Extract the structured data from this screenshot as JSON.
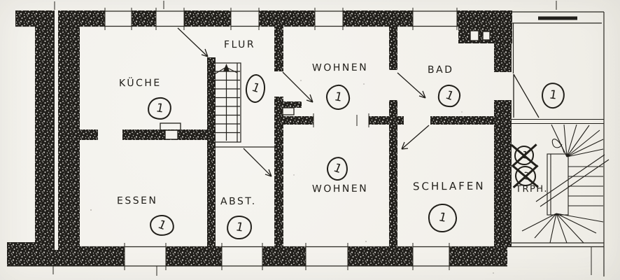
{
  "rooms": {
    "kueche": {
      "label": "KÜCHE",
      "unit": "1"
    },
    "flur": {
      "label": "FLUR",
      "unit": "1"
    },
    "wohnen_top": {
      "label": "WOHNEN",
      "unit": "1"
    },
    "bad": {
      "label": "BAD",
      "unit": "1"
    },
    "loggia": {
      "unit": "1"
    },
    "essen": {
      "label": "ESSEN",
      "unit": "1"
    },
    "abst": {
      "label": "ABST.",
      "unit": "1"
    },
    "wohnen_bottom": {
      "label": "WOHNEN",
      "unit": "1"
    },
    "schlafen": {
      "label": "SCHLAFEN",
      "unit": "1"
    },
    "treppenhaus": {
      "label": "TRPH.",
      "crossed_units": [
        "1",
        "2"
      ]
    }
  },
  "colors": {
    "ink": "#211f1a",
    "paper": "#f3f1ec"
  }
}
